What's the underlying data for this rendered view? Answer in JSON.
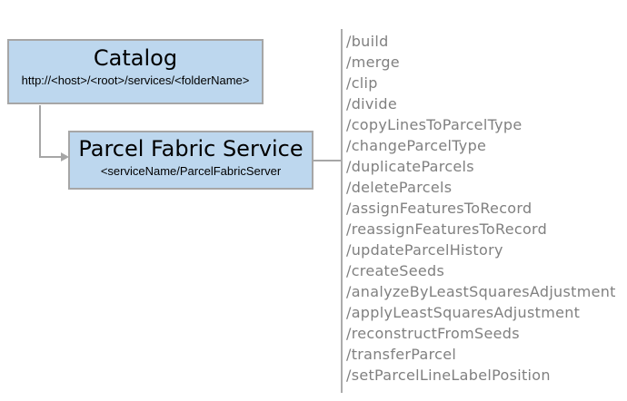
{
  "catalog": {
    "title": "Catalog",
    "subtitle": "http://<host>/<root>/services/<folderName>"
  },
  "service": {
    "title": "Parcel Fabric Service",
    "subtitle": "<serviceName/ParcelFabricServer"
  },
  "endpoints": [
    "/build",
    "/merge",
    "/clip",
    "/divide",
    "/copyLinesToParcelType",
    "/changeParcelType",
    "/duplicateParcels",
    "/deleteParcels",
    "/assignFeaturesToRecord",
    "/reassignFeaturesToRecord",
    "/updateParcelHistory",
    "/createSeeds",
    "/analyzeByLeastSquaresAdjustment",
    "/applyLeastSquaresAdjustment",
    "/reconstructFromSeeds",
    "/transferParcel",
    "/setParcelLineLabelPosition"
  ],
  "colors": {
    "box_fill": "#bdd7ee",
    "box_border": "#a6a6a6",
    "connector": "#a6a6a6",
    "divider": "#ababab",
    "title_text": "#000000",
    "endpoint_text": "#808080",
    "background": "#ffffff"
  }
}
